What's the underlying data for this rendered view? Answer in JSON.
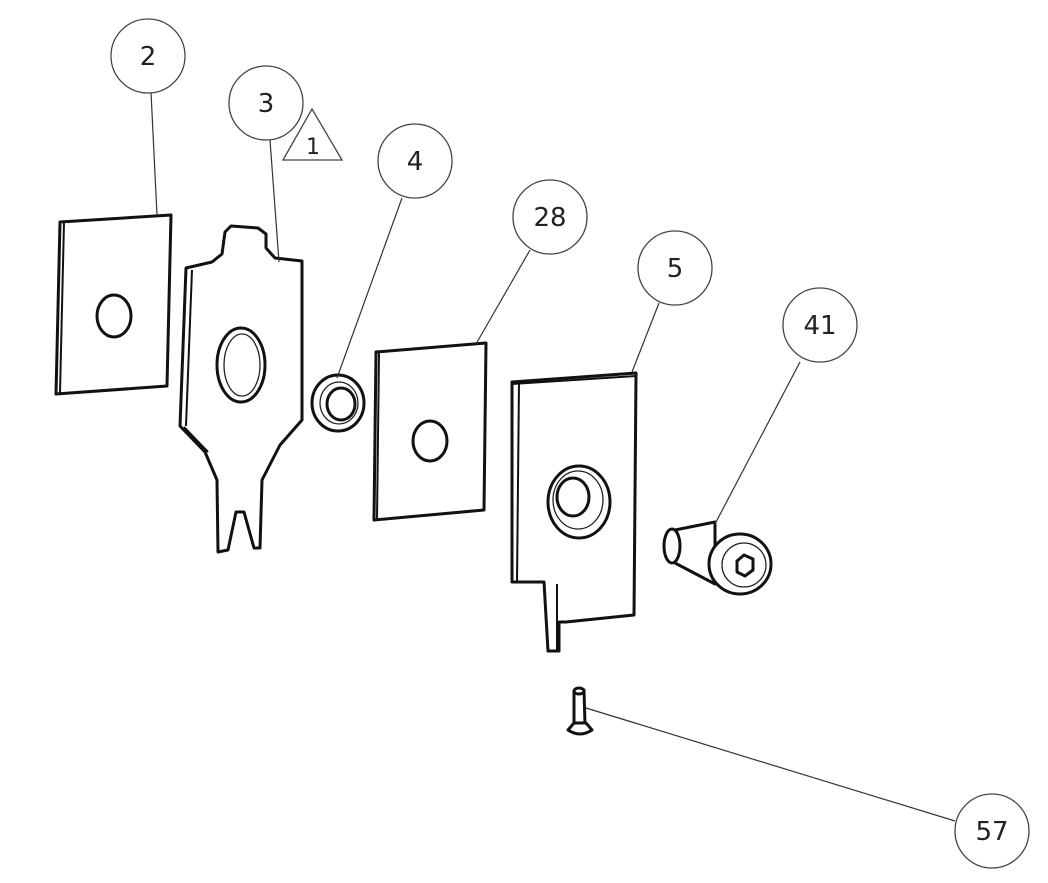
{
  "balloons": [
    {
      "id": "b2",
      "label": "2"
    },
    {
      "id": "b3",
      "label": "3"
    },
    {
      "id": "b4",
      "label": "4"
    },
    {
      "id": "b28",
      "label": "28"
    },
    {
      "id": "b5",
      "label": "5"
    },
    {
      "id": "b41",
      "label": "41"
    },
    {
      "id": "b57",
      "label": "57"
    }
  ],
  "revision_triangle": {
    "label": "1"
  }
}
